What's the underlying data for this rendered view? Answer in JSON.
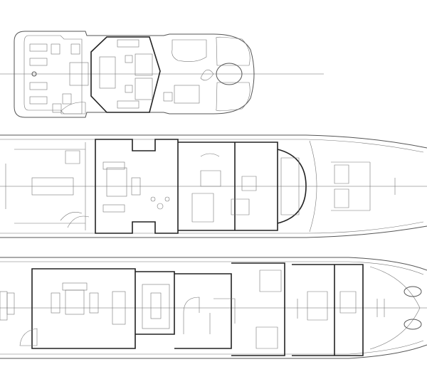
{
  "diagram": {
    "type": "yacht-deck-plan",
    "decks": [
      {
        "id": "sun-deck"
      },
      {
        "id": "bridge-deck"
      },
      {
        "id": "main-deck"
      }
    ]
  },
  "colors": {
    "background": "#ffffff",
    "line": "#555555",
    "wall": "#222222"
  }
}
